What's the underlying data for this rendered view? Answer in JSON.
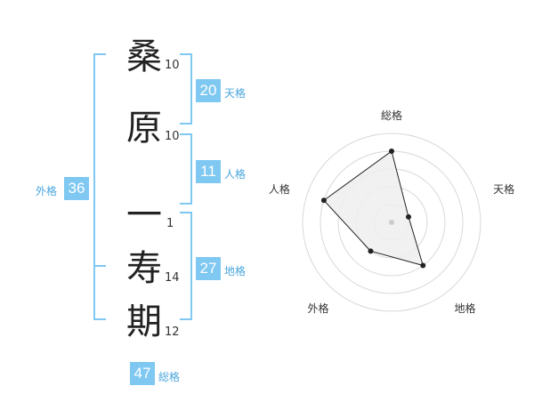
{
  "name": {
    "chars": [
      {
        "char": "桑",
        "strokes": "10"
      },
      {
        "char": "原",
        "strokes": "10"
      },
      {
        "char": "一",
        "strokes": "1"
      },
      {
        "char": "寿",
        "strokes": "14"
      },
      {
        "char": "期",
        "strokes": "12"
      }
    ]
  },
  "fortune": {
    "tenkaku": {
      "label": "天格",
      "value": "20"
    },
    "jinkaku": {
      "label": "人格",
      "value": "11"
    },
    "chikaku": {
      "label": "地格",
      "value": "27"
    },
    "gaikaku": {
      "label": "外格",
      "value": "36"
    },
    "soukaku": {
      "label": "総格",
      "value": "47"
    }
  },
  "chart_data": {
    "type": "radar",
    "axes": [
      "総格",
      "天格",
      "地格",
      "外格",
      "人格"
    ],
    "values": [
      4,
      1,
      3,
      2,
      4
    ],
    "max": 5,
    "rings": 5
  },
  "colors": {
    "accent": "#7fc8f2",
    "accent_text": "#4aa6de",
    "radar_fill": "#efefef",
    "radar_line": "#222222"
  }
}
